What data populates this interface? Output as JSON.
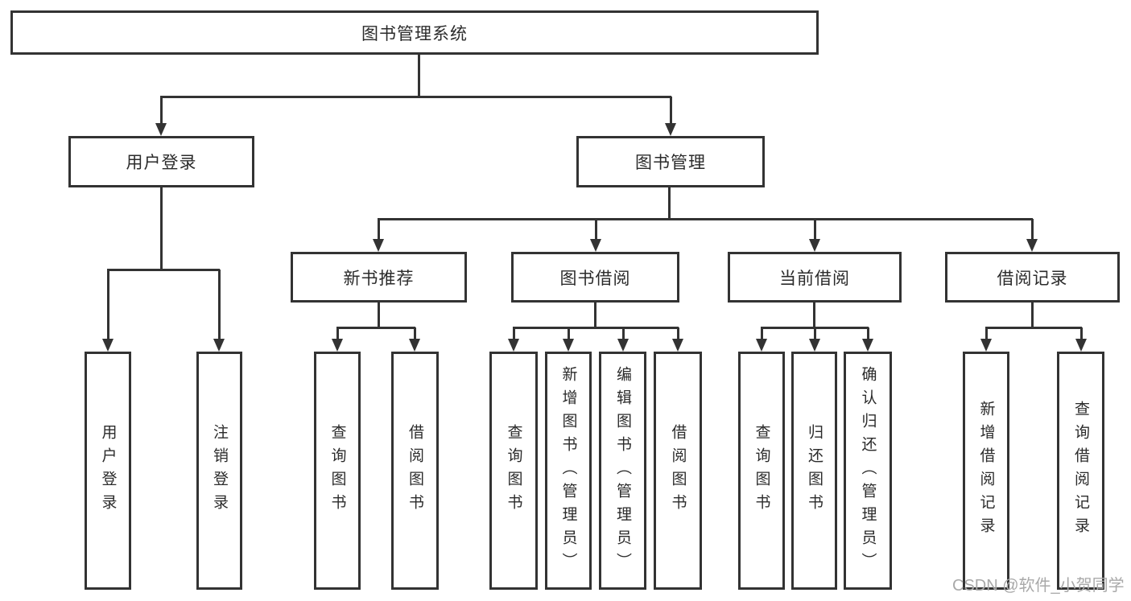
{
  "tree": {
    "label": "图书管理系统",
    "children": [
      {
        "label": "用户登录",
        "children": [
          {
            "label": "用户登录"
          },
          {
            "label": "注销登录"
          }
        ]
      },
      {
        "label": "图书管理",
        "children": [
          {
            "label": "新书推荐",
            "children": [
              {
                "label": "查询图书"
              },
              {
                "label": "借阅图书"
              }
            ]
          },
          {
            "label": "图书借阅",
            "children": [
              {
                "label": "查询图书"
              },
              {
                "label": "新增图书（管理员）"
              },
              {
                "label": "编辑图书（管理员）"
              },
              {
                "label": "借阅图书"
              }
            ]
          },
          {
            "label": "当前借阅",
            "children": [
              {
                "label": "查询图书"
              },
              {
                "label": "归还图书"
              },
              {
                "label": "确认归还（管理员）"
              }
            ]
          },
          {
            "label": "借阅记录",
            "children": [
              {
                "label": "新增借阅记录"
              },
              {
                "label": "查询借阅记录"
              }
            ]
          }
        ]
      }
    ]
  },
  "watermark": {
    "text": "CSDN @软件_小贺同学"
  },
  "colors": {
    "line": "#333333",
    "text": "#2b2b2b",
    "watermark": "#a9a9a9",
    "background": "#ffffff"
  }
}
